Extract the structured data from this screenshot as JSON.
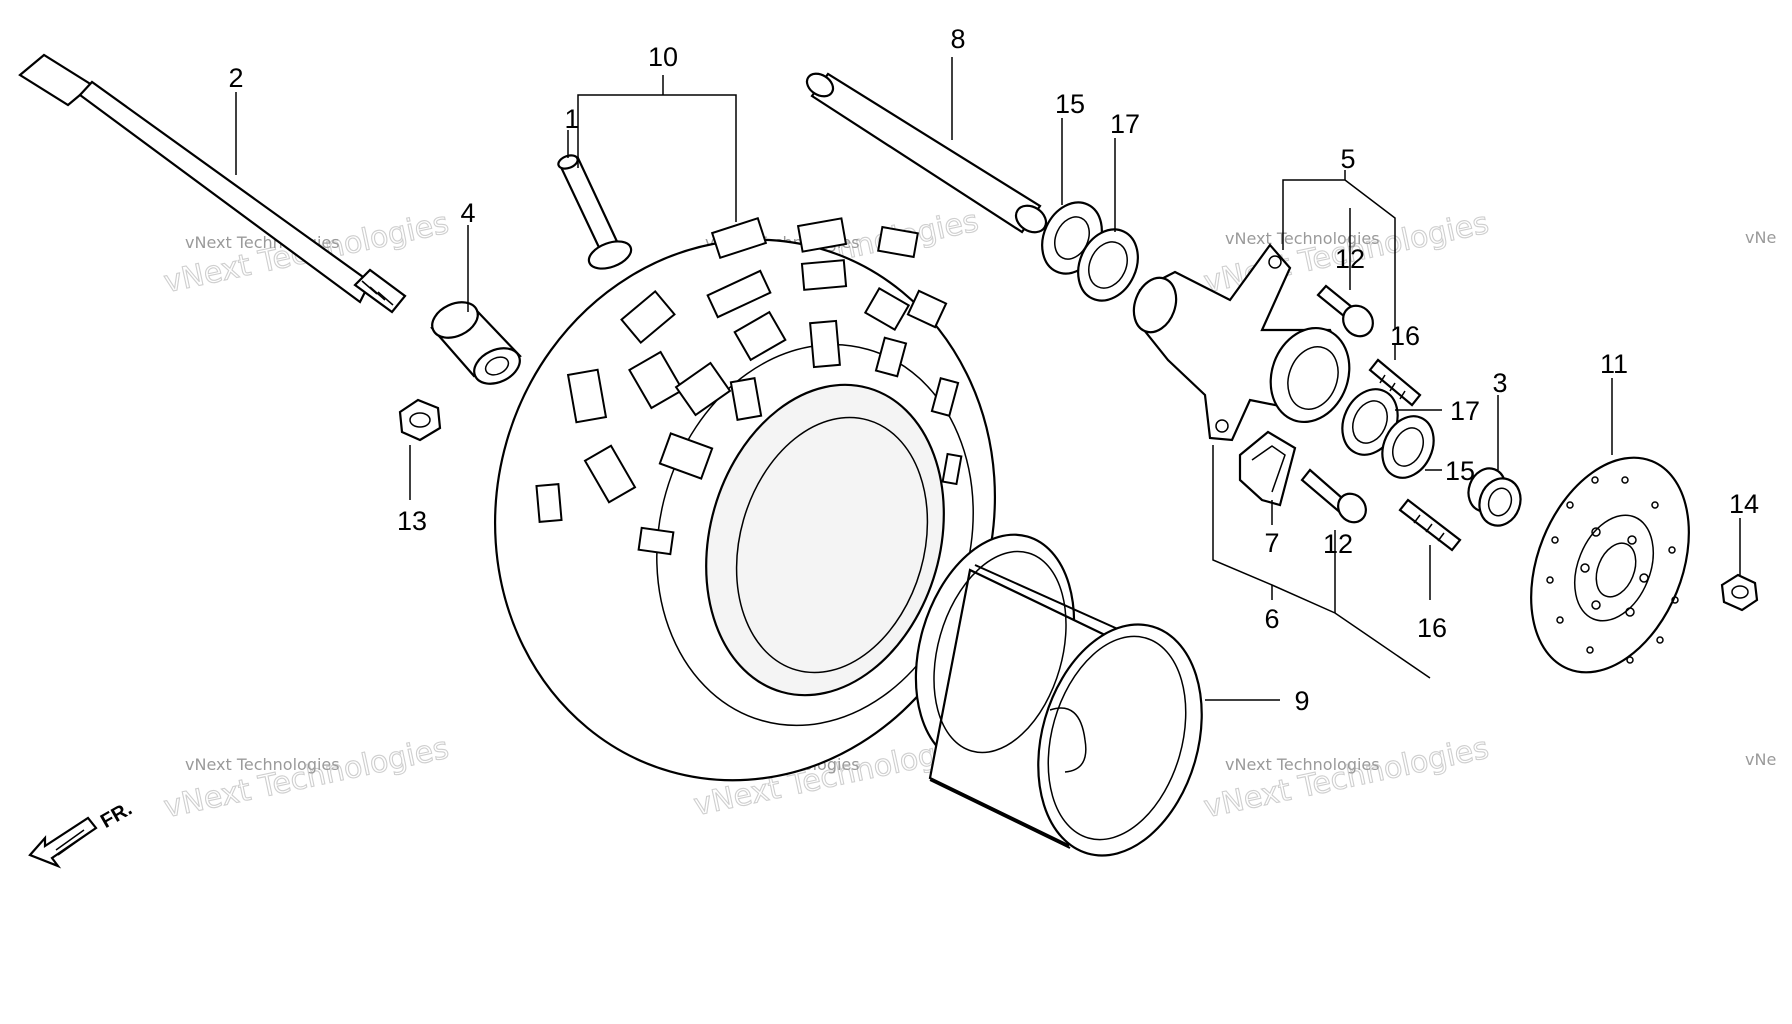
{
  "watermark": {
    "small_text": "vNext Technologies",
    "big_text": "vNext Technologies"
  },
  "direction_indicator": {
    "text": "FR."
  },
  "callouts": [
    {
      "number": "1"
    },
    {
      "number": "2"
    },
    {
      "number": "3"
    },
    {
      "number": "4"
    },
    {
      "number": "5"
    },
    {
      "number": "6"
    },
    {
      "number": "7"
    },
    {
      "number": "8"
    },
    {
      "number": "9"
    },
    {
      "number": "10"
    },
    {
      "number": "11"
    },
    {
      "number": "12"
    },
    {
      "number": "12"
    },
    {
      "number": "13"
    },
    {
      "number": "14"
    },
    {
      "number": "15"
    },
    {
      "number": "15"
    },
    {
      "number": "16"
    },
    {
      "number": "16"
    },
    {
      "number": "17"
    },
    {
      "number": "17"
    }
  ]
}
